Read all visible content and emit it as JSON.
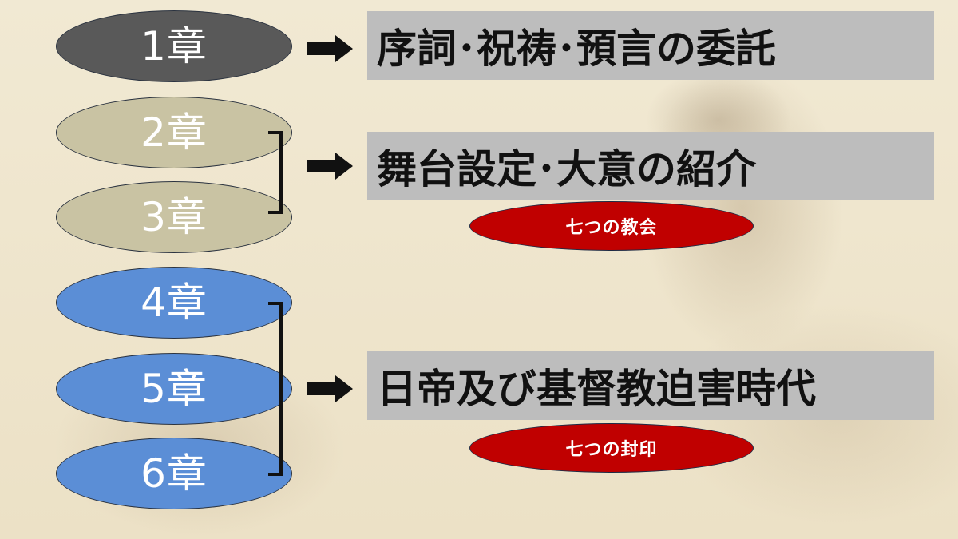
{
  "colors": {
    "chapter1": "#595959",
    "chapters2_3": "#c9c3a3",
    "chapters4_6": "#5b8ed6",
    "topic_box": "#bdbdbd",
    "sub_pill": "#c00000"
  },
  "chapters": [
    {
      "label": "1章"
    },
    {
      "label": "2章"
    },
    {
      "label": "3章"
    },
    {
      "label": "4章"
    },
    {
      "label": "5章"
    },
    {
      "label": "6章"
    }
  ],
  "topics": [
    {
      "label": "序詞･祝祷･預言の委託"
    },
    {
      "label": "舞台設定･大意の紹介",
      "sub": "七つの教会"
    },
    {
      "label": "日帝及び基督教迫害時代",
      "sub": "七つの封印"
    }
  ]
}
